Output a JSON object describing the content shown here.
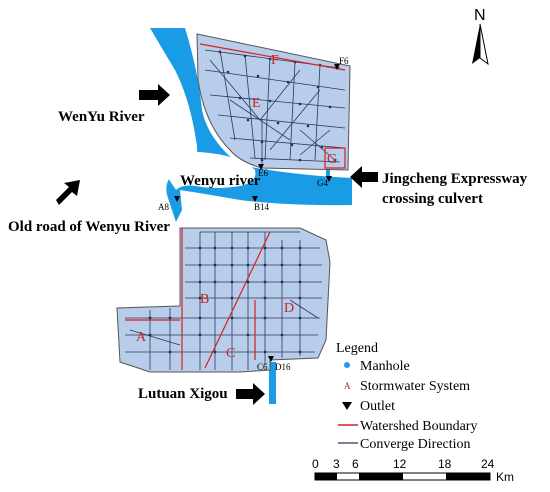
{
  "map": {
    "labels": {
      "wenyu_river_main": "WenYu River",
      "wenyu_river_inner": "Wenyu river",
      "old_road": "Old road of Wenyu River",
      "jingcheng_line1": "Jingcheng Expressway",
      "jingcheng_line2": "crossing culvert",
      "lutuan": "Lutuan Xigou"
    },
    "outlets": [
      "F6",
      "E6",
      "G4",
      "A8",
      "B14",
      "C6",
      "D16"
    ],
    "systems": [
      "A",
      "B",
      "C",
      "D",
      "E",
      "F",
      "G"
    ]
  },
  "north_arrow": {
    "label": "N"
  },
  "legend": {
    "title": "Legend",
    "items": [
      {
        "symbol": "manhole",
        "label": "Manhole"
      },
      {
        "symbol": "A",
        "label": "Stormwater System"
      },
      {
        "symbol": "outlet",
        "label": "Outlet"
      },
      {
        "symbol": "boundary",
        "label": "Watershed Boundary"
      },
      {
        "symbol": "converge",
        "label": "Converge Direction"
      }
    ]
  },
  "scale_bar": {
    "ticks": [
      "0",
      "3",
      "6",
      "12",
      "18",
      "24"
    ],
    "unit": "Km"
  },
  "colors": {
    "river": "#1a9be6",
    "area_fill": "#b8cdea",
    "area_stroke": "#555555",
    "boundary": "#d62020",
    "pipe": "#2a3a5a",
    "system_label": "#cc2222"
  }
}
